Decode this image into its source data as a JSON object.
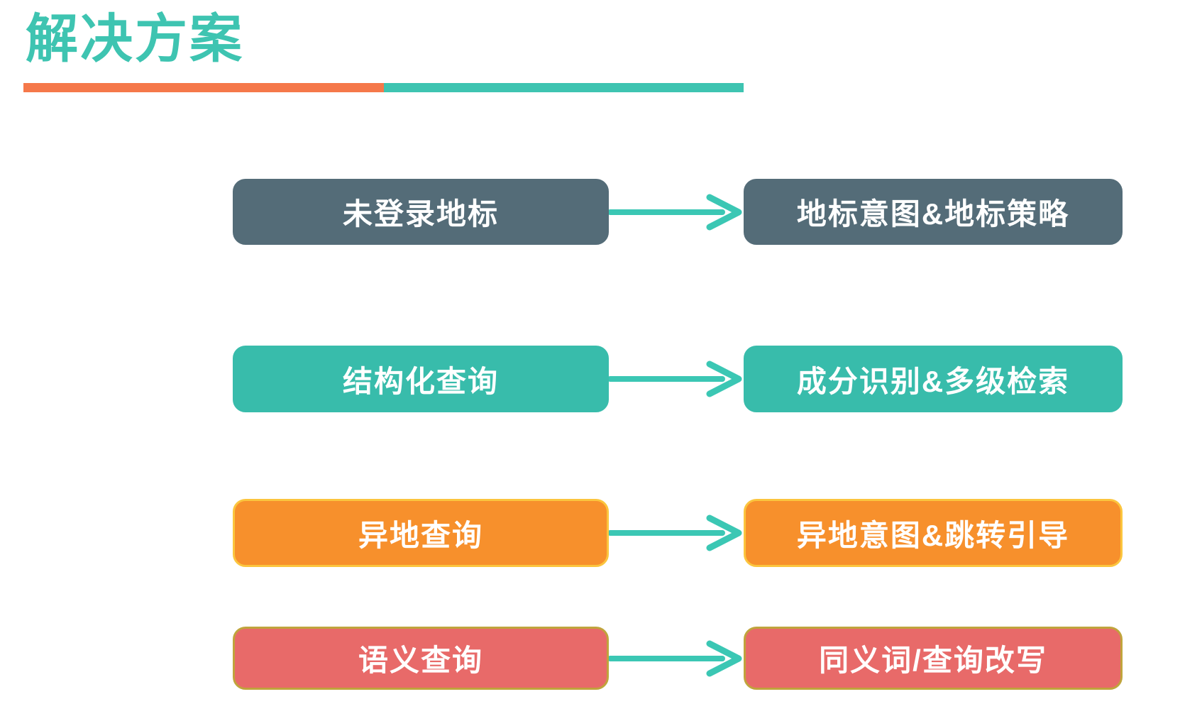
{
  "title": {
    "text": "解决方案"
  },
  "theme": {
    "background": "#FFFFFF",
    "teal": "#3EC4B1",
    "orange": "#F5784A",
    "arrow": "#3BC7B4"
  },
  "rows": [
    {
      "source": "未登录地标",
      "target": "地标意图&地标策略",
      "colors": {
        "fill": "#546C78",
        "border": "#546C78",
        "text": "#FFFFFF"
      }
    },
    {
      "source": "结构化查询",
      "target": "成分识别&多级检索",
      "colors": {
        "fill": "#38BCAB",
        "border": "#38BCAB",
        "text": "#FFFFFF"
      }
    },
    {
      "source": "异地查询",
      "target": "异地意图&跳转引导",
      "colors": {
        "fill": "#F7902C",
        "border": "#FBC53E",
        "text": "#FFFFFF"
      }
    },
    {
      "source": "语义查询",
      "target": "同义词/查询改写",
      "colors": {
        "fill": "#E86A69",
        "border": "#C0A43C",
        "text": "#FFFFFF"
      }
    }
  ]
}
